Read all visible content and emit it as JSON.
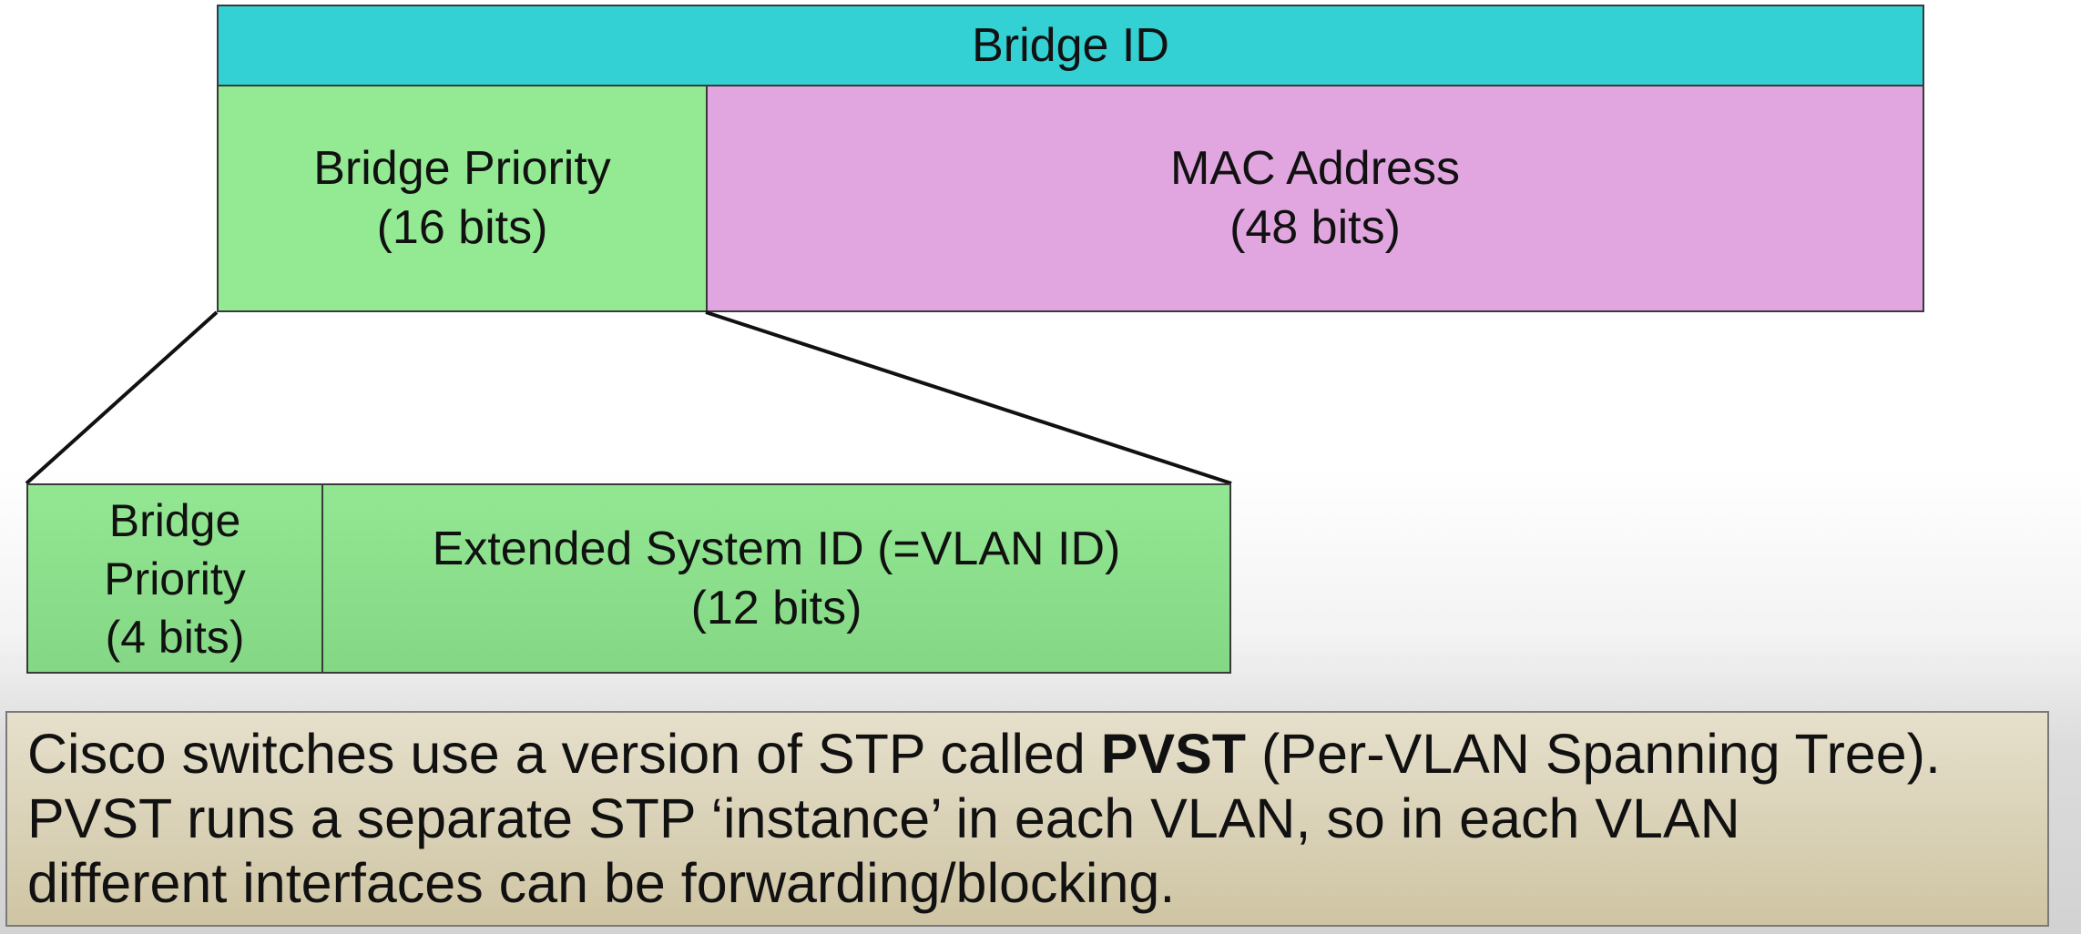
{
  "diagram": {
    "bridge_id": {
      "label": "Bridge ID"
    },
    "bridge_priority_16": {
      "line1": "Bridge Priority",
      "line2": "(16 bits)"
    },
    "mac_address": {
      "line1": "MAC Address",
      "line2": "(48 bits)"
    },
    "bridge_priority_4": {
      "line1": "Bridge",
      "line2": "Priority",
      "line3": "(4 bits)"
    },
    "extended_system_id": {
      "line1": "Extended System ID (=VLAN ID)",
      "line2": "(12 bits)"
    },
    "colors": {
      "bridge_id": "#33d0d4",
      "priority": "#93ea93",
      "mac": "#e1a6e0",
      "callout": "#ddd5bb"
    }
  },
  "callout": {
    "line1_pre": "Cisco switches use a version of STP called ",
    "line1_bold": "PVST",
    "line1_post": " (Per-VLAN Spanning Tree).",
    "line2": "PVST runs a separate STP ‘instance’ in each VLAN, so in each VLAN",
    "line3": "different interfaces can be forwarding/blocking."
  }
}
